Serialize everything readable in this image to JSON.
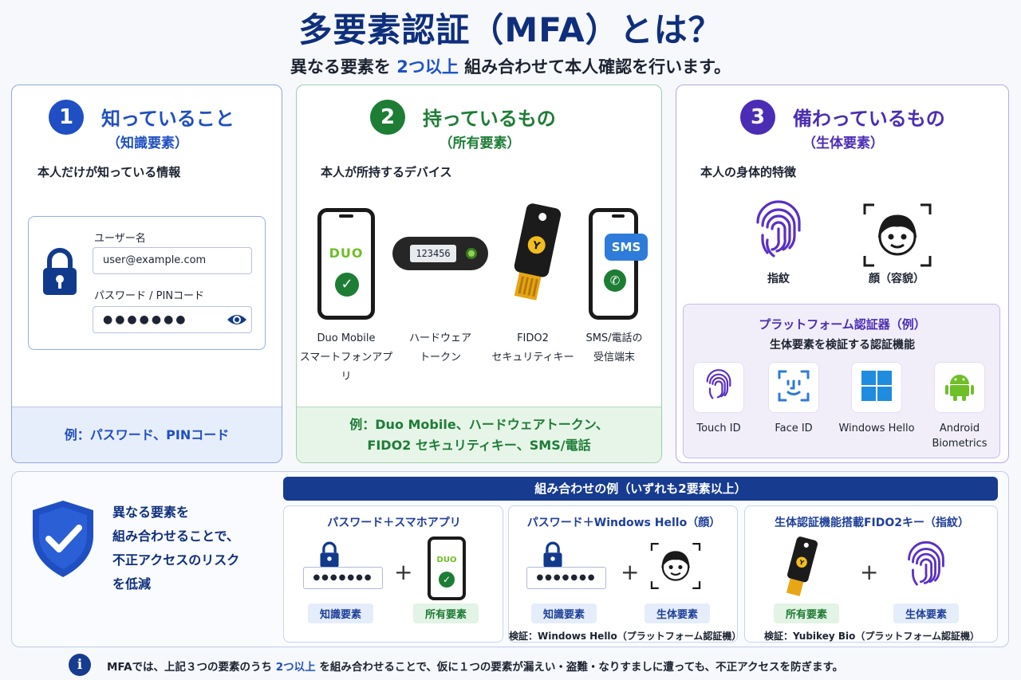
{
  "header": {
    "title": "多要素認証（MFA）とは？",
    "subtitle_pre": "異なる要素を",
    "subtitle_hl": "2つ以上",
    "subtitle_post": "組み合わせて本人確認を行います。"
  },
  "factors": [
    {
      "num": "1",
      "title": "知っていること",
      "sub": "（知識要素）",
      "desc": "本人だけが知っている情報",
      "example": "例：パスワード、PINコード",
      "color": "#1f4fc2"
    },
    {
      "num": "2",
      "title": "持っているもの",
      "sub": "（所有要素）",
      "desc": "本人が所持するデバイス",
      "example_line1": "例：Duo Mobile、ハードウェアトークン、",
      "example_line2": "FIDO2 セキュリティキー、SMS/電話",
      "color": "#1d7d35"
    },
    {
      "num": "3",
      "title": "備わっているもの",
      "sub": "（生体要素）",
      "desc": "本人の身体的特徴",
      "color": "#4b2db5"
    }
  ],
  "login": {
    "username_label": "ユーザー名",
    "username_value": "user@example.com",
    "password_label": "パスワード / PINコード",
    "password_value": "●●●●●●●"
  },
  "devices": [
    {
      "line1": "Duo Mobile",
      "line2": "スマートフォンアプリ",
      "logo": "DUO"
    },
    {
      "line1": "ハードウェア",
      "line2": "トークン",
      "code": "123456"
    },
    {
      "line1": "FIDO2",
      "line2": "セキュリティキー",
      "key_letter": "Y"
    },
    {
      "line1": "SMS/電話の",
      "line2": "受信端末",
      "bubble": "SMS"
    }
  ],
  "biometrics": [
    {
      "label": "指紋",
      "icon": "fingerprint-icon"
    },
    {
      "label": "顔（容貌）",
      "icon": "face-icon"
    }
  ],
  "platform": {
    "title": "プラットフォーム認証器（例）",
    "subtitle": "生体要素を検証する認証機能",
    "items": [
      {
        "line1": "Touch ID",
        "line2": "",
        "icon": "fingerprint-icon"
      },
      {
        "line1": "Face ID",
        "line2": "",
        "icon": "face-id-icon"
      },
      {
        "line1": "Windows Hello",
        "line2": "",
        "icon": "windows-icon"
      },
      {
        "line1": "Android",
        "line2": "Biometrics",
        "icon": "android-icon"
      }
    ]
  },
  "shield": {
    "line1": "異なる要素を",
    "line2": "組み合わせることで、",
    "line3": "不正アクセスのリスク",
    "line4": "を低減"
  },
  "combos": {
    "banner": "組み合わせの例（いずれも2要素以上）",
    "plus": "+",
    "items": [
      {
        "title": "パスワード＋スマホアプリ",
        "tag1": "知識要素",
        "tag2": "所有要素",
        "note": "",
        "dots": "●●●●●●●",
        "logo": "DUO"
      },
      {
        "title": "パスワード＋Windows Hello（顔）",
        "tag1": "知識要素",
        "tag2": "生体要素",
        "note": "検証：Windows Hello（プラットフォーム認証機）",
        "dots": "●●●●●●●"
      },
      {
        "title": "生体認証機能搭載FIDO2キー（指紋）",
        "tag1": "所有要素",
        "tag2": "生体要素",
        "note": "検証：Yubikey Bio（プラットフォーム認証機）",
        "key_letter": "Y"
      }
    ]
  },
  "footer": {
    "pre": "MFAでは、上記３つの要素のうち",
    "hl": "2つ以上",
    "post": "を組み合わせることで、仮に１つの要素が漏えい・盗難・なりすましに遭っても、不正アクセスを防ぎます。"
  },
  "colors": {
    "navy": "#0f2f7c",
    "blue": "#1f4fc2",
    "green": "#1d7d35",
    "purple": "#4b2db5"
  }
}
